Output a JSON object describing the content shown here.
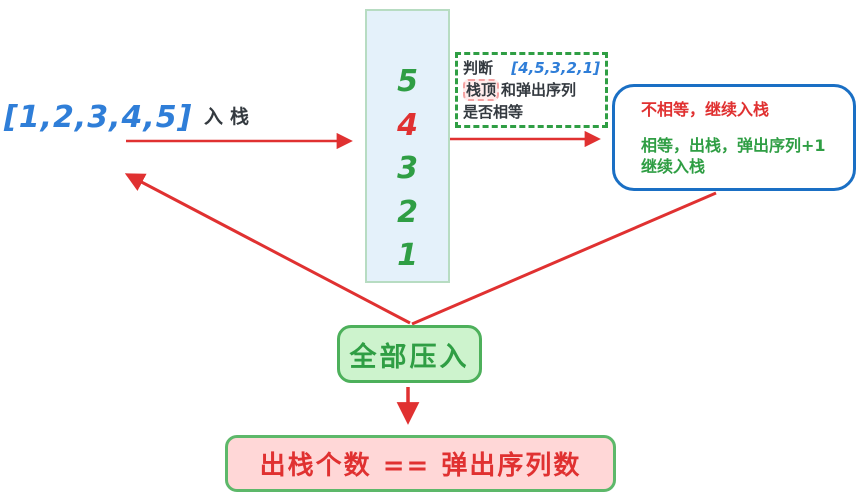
{
  "colors": {
    "arrow_red": "#e03131",
    "text_green": "#2f9e44",
    "text_blue": "#2f7ed8",
    "decision_border_blue": "#1a6fc4",
    "stack_fill": "#e4f1fa",
    "stack_border": "#b7dcc2",
    "push_all_fill": "#cdf3cd",
    "push_all_border": "#4db05b",
    "result_fill": "#ffd7d7",
    "result_border": "#5db86a",
    "highlight_pink": "#f5a3a3"
  },
  "input_sequence": "[1,2,3,4,5]",
  "labels": {
    "push": "入栈"
  },
  "stack": {
    "items": [
      {
        "value": "5",
        "color": "green"
      },
      {
        "value": "4",
        "color": "red"
      },
      {
        "value": "3",
        "color": "green"
      },
      {
        "value": "2",
        "color": "green"
      },
      {
        "value": "1",
        "color": "green"
      }
    ]
  },
  "judge_box": {
    "prefix": "判断",
    "pop_sequence": "[4,5,3,2,1]",
    "highlight": "栈顶",
    "line2_rest": "和弹出序列",
    "line3": "是否相等"
  },
  "decision_box": {
    "not_equal": "不相等，继续入栈",
    "equal_line1": "相等，出栈，弹出序列+1",
    "equal_line2": "继续入栈"
  },
  "push_all_label": "全部压入",
  "result_label": "出栈个数 == 弹出序列数"
}
